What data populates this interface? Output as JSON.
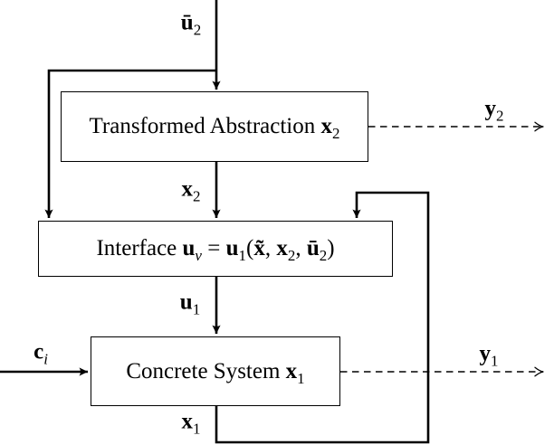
{
  "diagram": {
    "background_color": "#ffffff",
    "line_color": "#000000",
    "boxes": {
      "transformed_abstraction": {
        "plain_text": "Transformed Abstraction x2",
        "segments": [
          {
            "t": "Transformed Abstraction "
          },
          {
            "t": "x",
            "b": 1
          },
          {
            "t": "2",
            "sub": 1
          }
        ]
      },
      "interface": {
        "plain_text": "Interface uv = u1(x~, x2, u-2)",
        "segments": [
          {
            "t": "Interface "
          },
          {
            "t": "u",
            "b": 1
          },
          {
            "t": "v",
            "sub": 1,
            "i": 1
          },
          {
            "t": " = "
          },
          {
            "t": "u",
            "b": 1
          },
          {
            "t": "1",
            "sub": 1
          },
          {
            "t": "("
          },
          {
            "t": "x̃",
            "b": 1
          },
          {
            "t": ", "
          },
          {
            "t": "x",
            "b": 1
          },
          {
            "t": "2",
            "sub": 1
          },
          {
            "t": ", "
          },
          {
            "t": "ū",
            "b": 1
          },
          {
            "t": "2",
            "sub": 1
          },
          {
            "t": ")"
          }
        ]
      },
      "concrete_system": {
        "plain_text": "Concrete System x1",
        "segments": [
          {
            "t": "Concrete System "
          },
          {
            "t": "x",
            "b": 1
          },
          {
            "t": "1",
            "sub": 1
          }
        ]
      }
    },
    "labels": {
      "u2_bar": {
        "plain_text": "u-2",
        "segments": [
          {
            "t": "ū",
            "b": 1
          },
          {
            "t": "2",
            "sub": 1
          }
        ]
      },
      "y2": {
        "plain_text": "y2",
        "segments": [
          {
            "t": "y",
            "b": 1
          },
          {
            "t": "2",
            "sub": 1
          }
        ]
      },
      "x2": {
        "plain_text": "x2",
        "segments": [
          {
            "t": "x",
            "b": 1
          },
          {
            "t": "2",
            "sub": 1
          }
        ]
      },
      "u1": {
        "plain_text": "u1",
        "segments": [
          {
            "t": "u",
            "b": 1
          },
          {
            "t": "1",
            "sub": 1
          }
        ]
      },
      "ci": {
        "plain_text": "ci",
        "segments": [
          {
            "t": "c",
            "b": 1
          },
          {
            "t": "i",
            "sub": 1,
            "i": 1
          }
        ]
      },
      "y1": {
        "plain_text": "y1",
        "segments": [
          {
            "t": "y",
            "b": 1
          },
          {
            "t": "1",
            "sub": 1
          }
        ]
      },
      "x1": {
        "plain_text": "x1",
        "segments": [
          {
            "t": "x",
            "b": 1
          },
          {
            "t": "1",
            "sub": 1
          }
        ]
      }
    },
    "connections": [
      {
        "from": "u2_bar input (top)",
        "to": "transformed_abstraction",
        "label": "ū2",
        "style": "solid"
      },
      {
        "from": "u2_bar input (branch)",
        "to": "interface",
        "label": "",
        "style": "solid"
      },
      {
        "from": "transformed_abstraction",
        "to": "interface",
        "label": "x2",
        "style": "solid"
      },
      {
        "from": "transformed_abstraction",
        "to": "output right",
        "label": "y2",
        "style": "dashed"
      },
      {
        "from": "interface",
        "to": "concrete_system",
        "label": "u1",
        "style": "solid"
      },
      {
        "from": "ci input (left)",
        "to": "concrete_system",
        "label": "ci",
        "style": "solid"
      },
      {
        "from": "concrete_system",
        "to": "output right",
        "label": "y1",
        "style": "dashed"
      },
      {
        "from": "concrete_system",
        "to": "interface (feedback loop right)",
        "label": "x1",
        "style": "solid"
      }
    ]
  }
}
